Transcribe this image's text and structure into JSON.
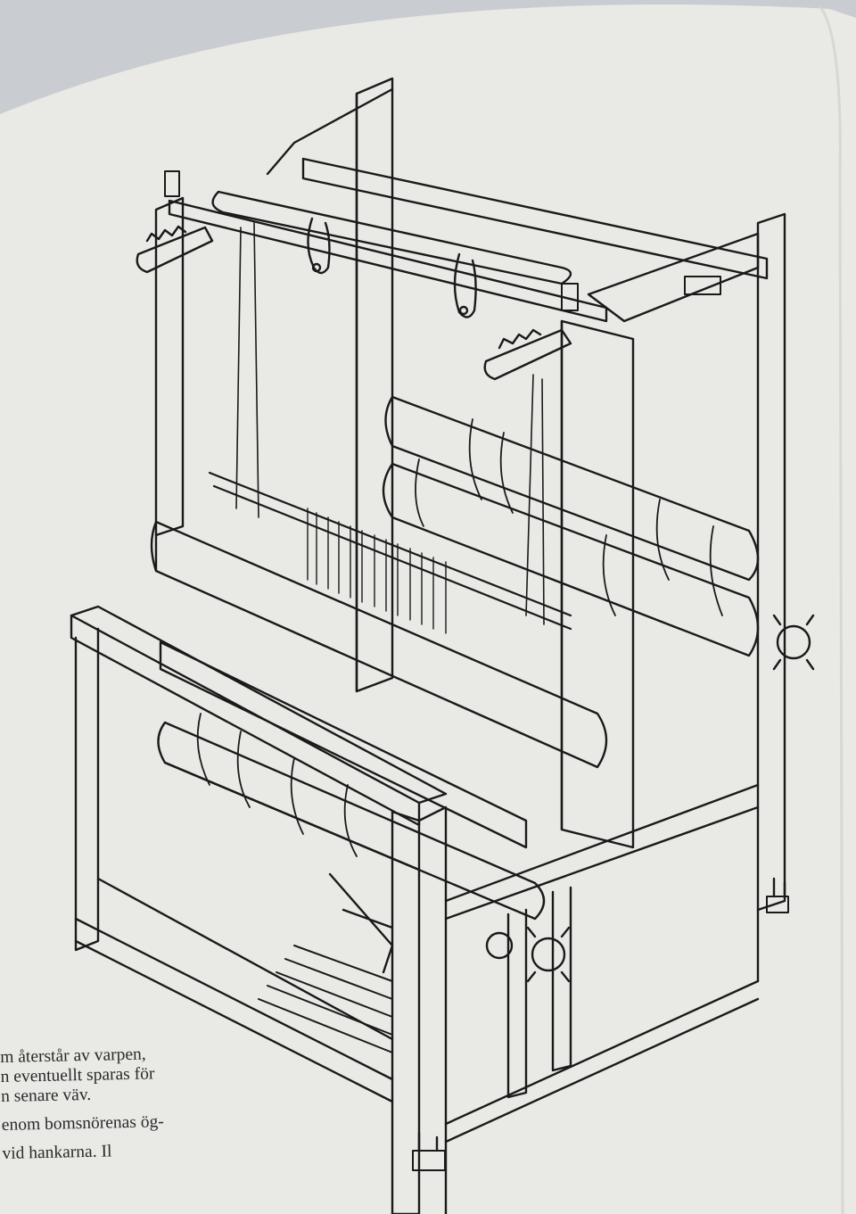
{
  "page": {
    "text_lines": [
      "m återstår av varpen,",
      "n eventuellt sparas för",
      "n senare väv.",
      "enom bomsnörenas ög-",
      "vid hankarna. Il"
    ],
    "colors": {
      "background": "#c9ccd0",
      "paper": "#e9e9e6",
      "ink": "#1a1a1a"
    }
  },
  "illustration": {
    "subject": "loom line drawing",
    "icon": "loom-drawing"
  }
}
